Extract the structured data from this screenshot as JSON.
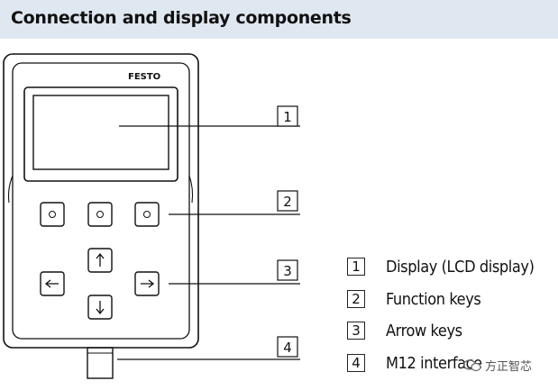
{
  "header": {
    "title": "Connection and display components"
  },
  "device": {
    "brand": "FESTO"
  },
  "callouts": [
    {
      "num": "1"
    },
    {
      "num": "2"
    },
    {
      "num": "3"
    },
    {
      "num": "4"
    }
  ],
  "legend": [
    {
      "num": "1",
      "label": "Display (LCD display)"
    },
    {
      "num": "2",
      "label": "Function keys"
    },
    {
      "num": "3",
      "label": "Arrow keys"
    },
    {
      "num": "4",
      "label": "M12 interface"
    }
  ],
  "icons": {
    "function_keys": [
      "circle-icon",
      "circle-icon",
      "circle-icon"
    ],
    "arrow_keys": [
      "arrow-up-icon",
      "arrow-left-icon",
      "arrow-right-icon",
      "arrow-down-icon"
    ]
  },
  "watermark": {
    "text": "方正智芯"
  },
  "colors": {
    "header_bg": "#dfe7f1",
    "line": "#111111"
  }
}
